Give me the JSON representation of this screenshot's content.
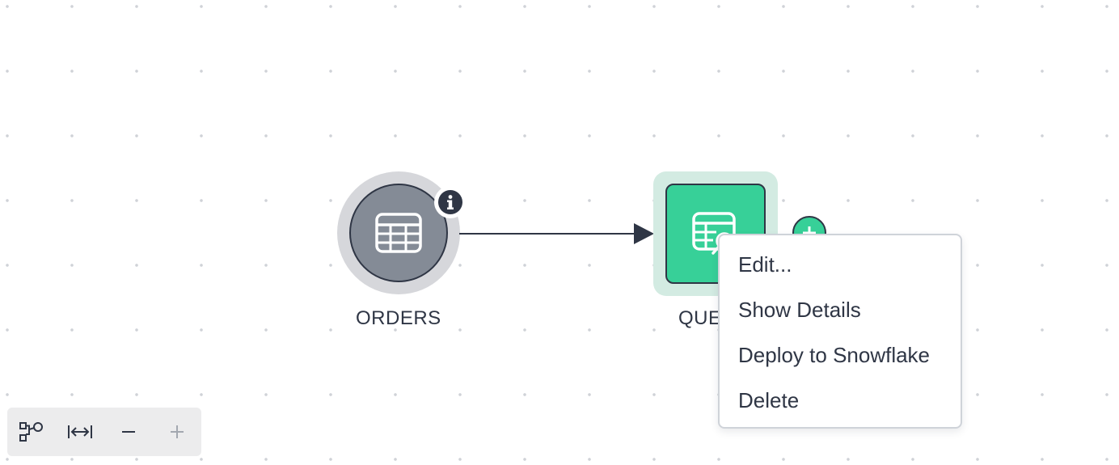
{
  "nodes": {
    "orders": {
      "label": "ORDERS",
      "icon": "table-icon",
      "color": "#848b96"
    },
    "query": {
      "label": "QUE",
      "icon": "query-table-icon",
      "color": "#37d098"
    }
  },
  "context_menu": {
    "items": [
      {
        "label": "Edit..."
      },
      {
        "label": "Show Details"
      },
      {
        "label": "Deploy to Snowflake"
      },
      {
        "label": "Delete"
      }
    ]
  },
  "toolbar": {
    "buttons": [
      {
        "icon": "auto-layout-icon"
      },
      {
        "icon": "fit-width-icon"
      },
      {
        "icon": "zoom-out-icon"
      },
      {
        "icon": "zoom-in-icon"
      }
    ]
  },
  "colors": {
    "accent_green": "#37d098",
    "node_gray": "#848b96",
    "text_dark": "#2f3645"
  }
}
